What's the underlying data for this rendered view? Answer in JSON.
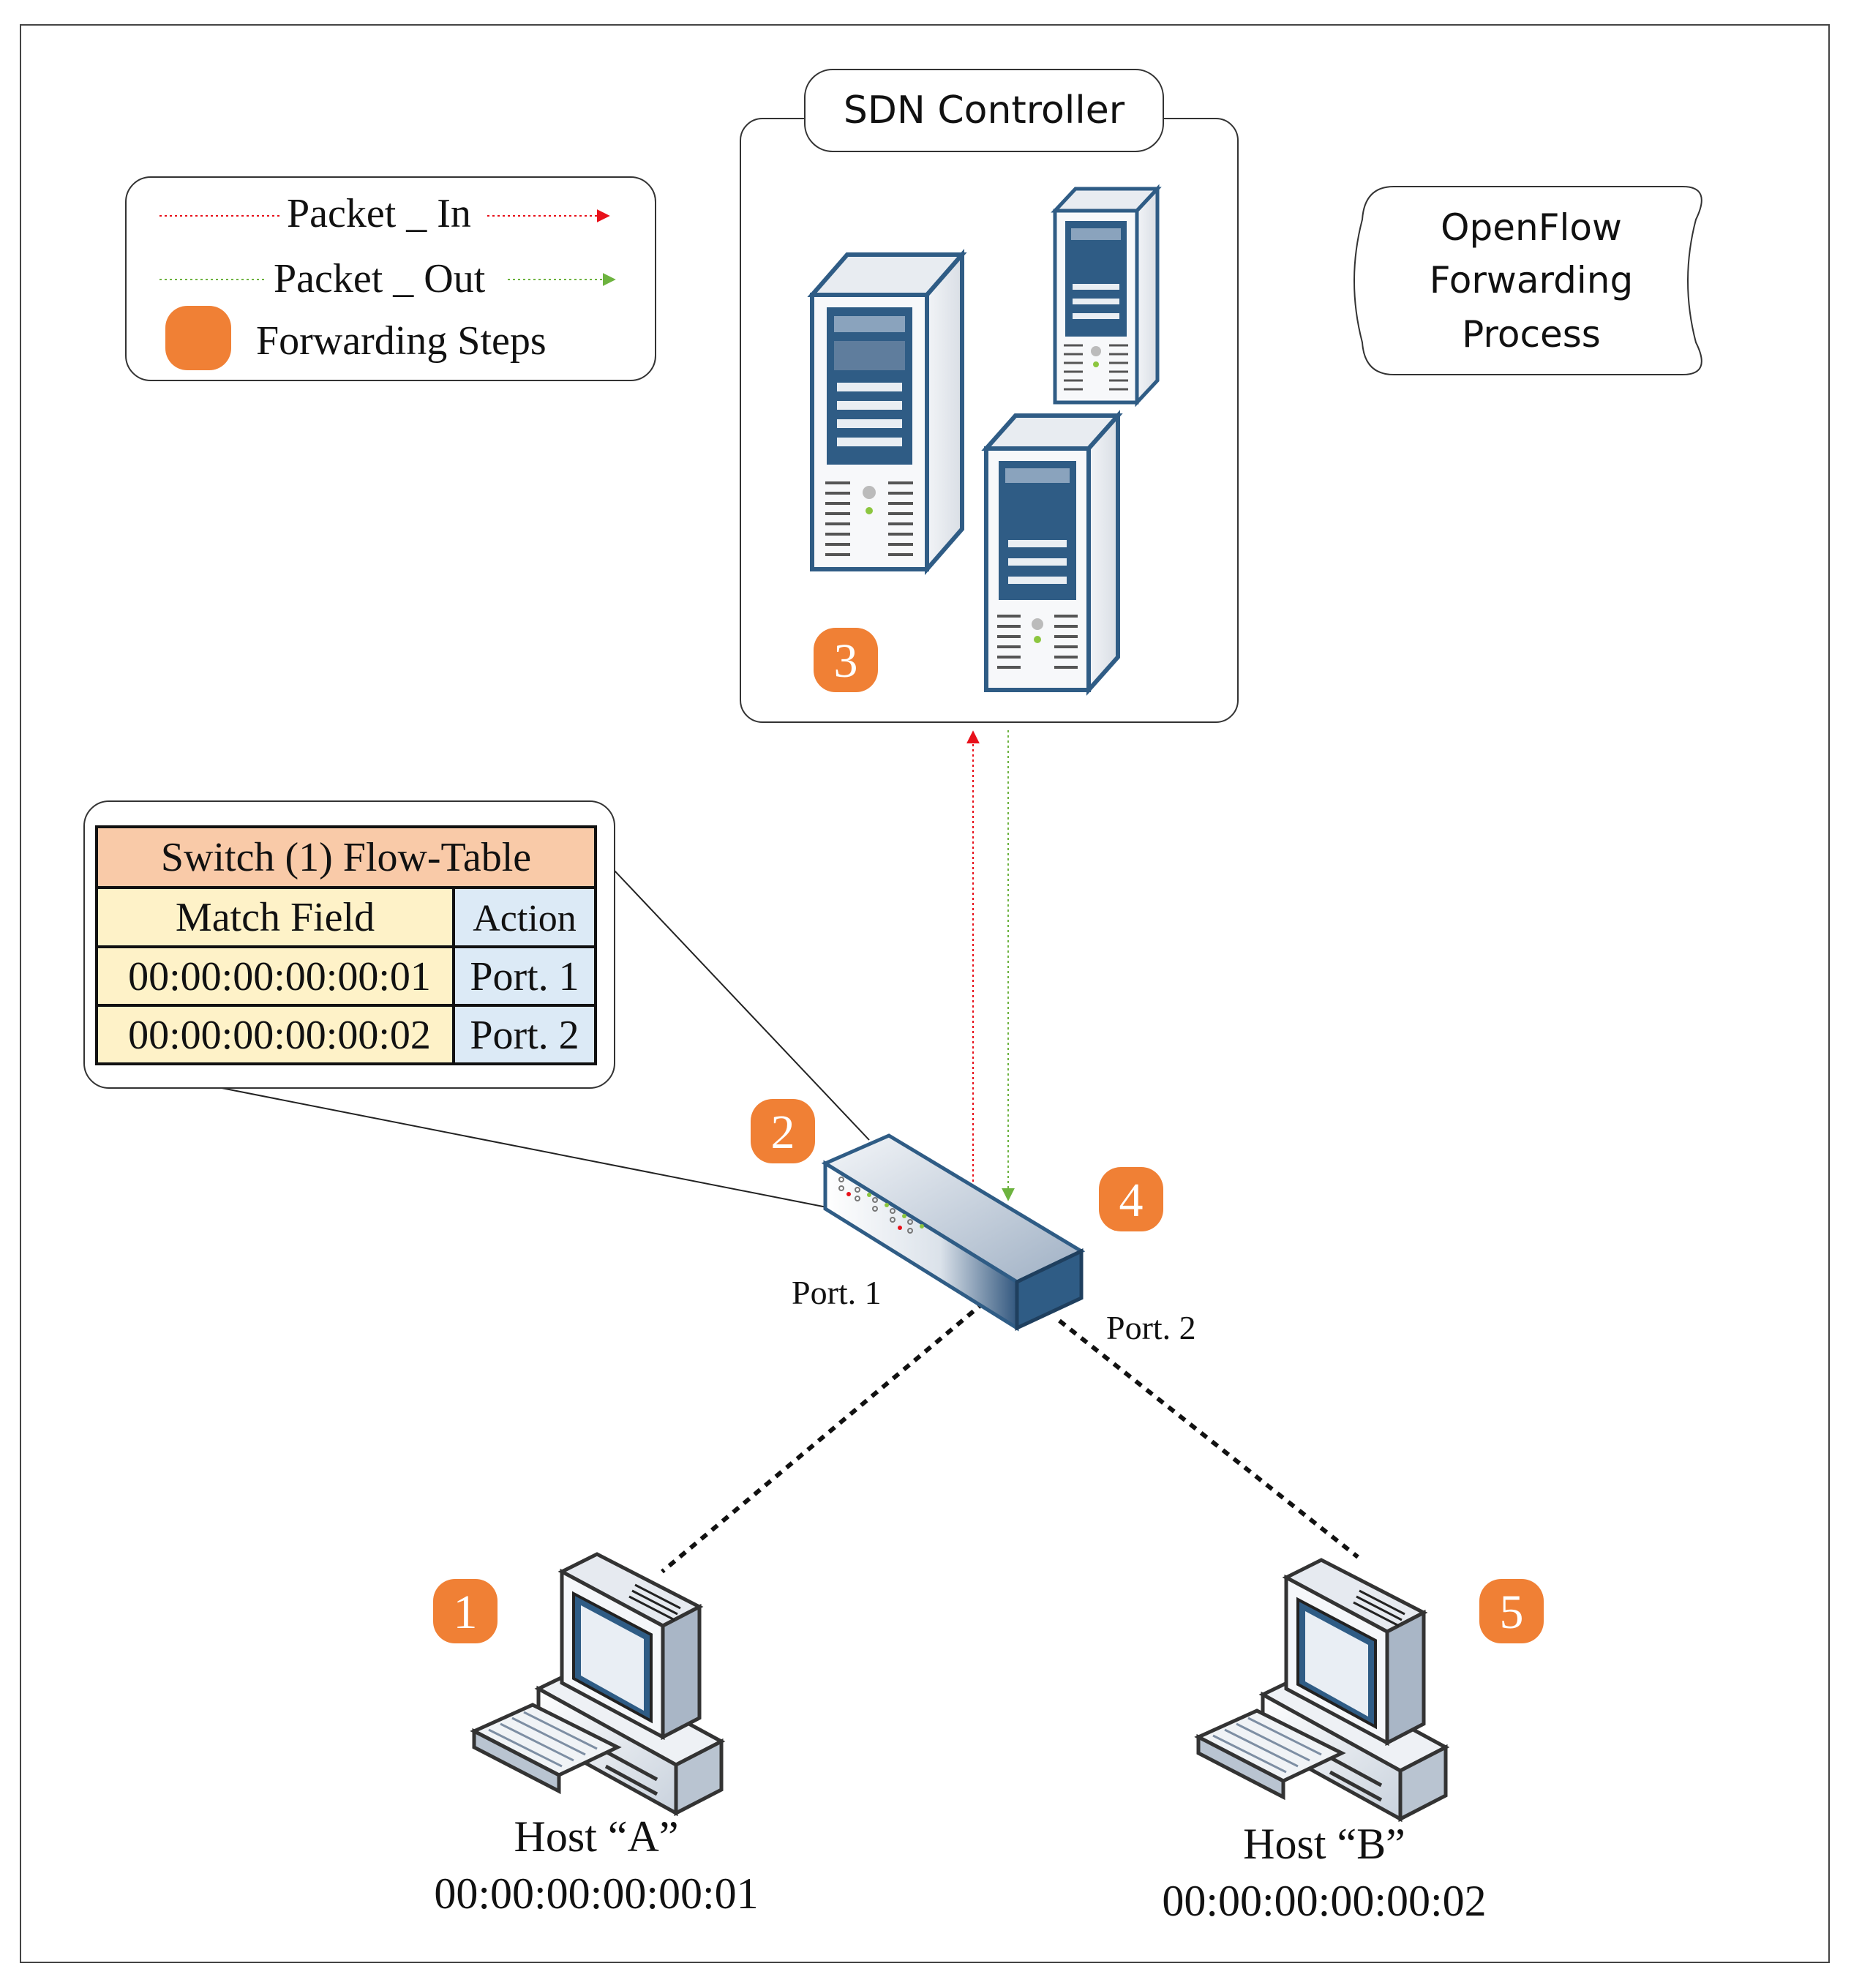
{
  "legend": {
    "packet_in": "Packet _ In",
    "packet_out": "Packet _ Out",
    "forwarding_steps": "Forwarding Steps"
  },
  "controller": {
    "title": "SDN Controller"
  },
  "process_label": {
    "line1": "OpenFlow",
    "line2": "Forwarding",
    "line3": "Process"
  },
  "flow_table": {
    "title": "Switch (1) Flow-Table",
    "headers": [
      "Match Field",
      "Action"
    ],
    "rows": [
      [
        "00:00:00:00:00:01",
        "Port. 1"
      ],
      [
        "00:00:00:00:00:02",
        "Port. 2"
      ]
    ]
  },
  "switch": {
    "port1": "Port. 1",
    "port2": "Port. 2"
  },
  "hosts": [
    {
      "name": "Host “A”",
      "mac": "00:00:00:00:00:01"
    },
    {
      "name": "Host “B”",
      "mac": "00:00:00:00:00:02"
    }
  ],
  "steps": [
    "1",
    "2",
    "3",
    "4",
    "5"
  ],
  "colors": {
    "step_badge": "#F08035",
    "packet_in": "#E8101A",
    "packet_out": "#6DB33F",
    "table_title": "#F9CAA8",
    "table_match": "#FEF2C8",
    "table_action": "#DCEAF6",
    "device_blue": "#2F5C85"
  }
}
